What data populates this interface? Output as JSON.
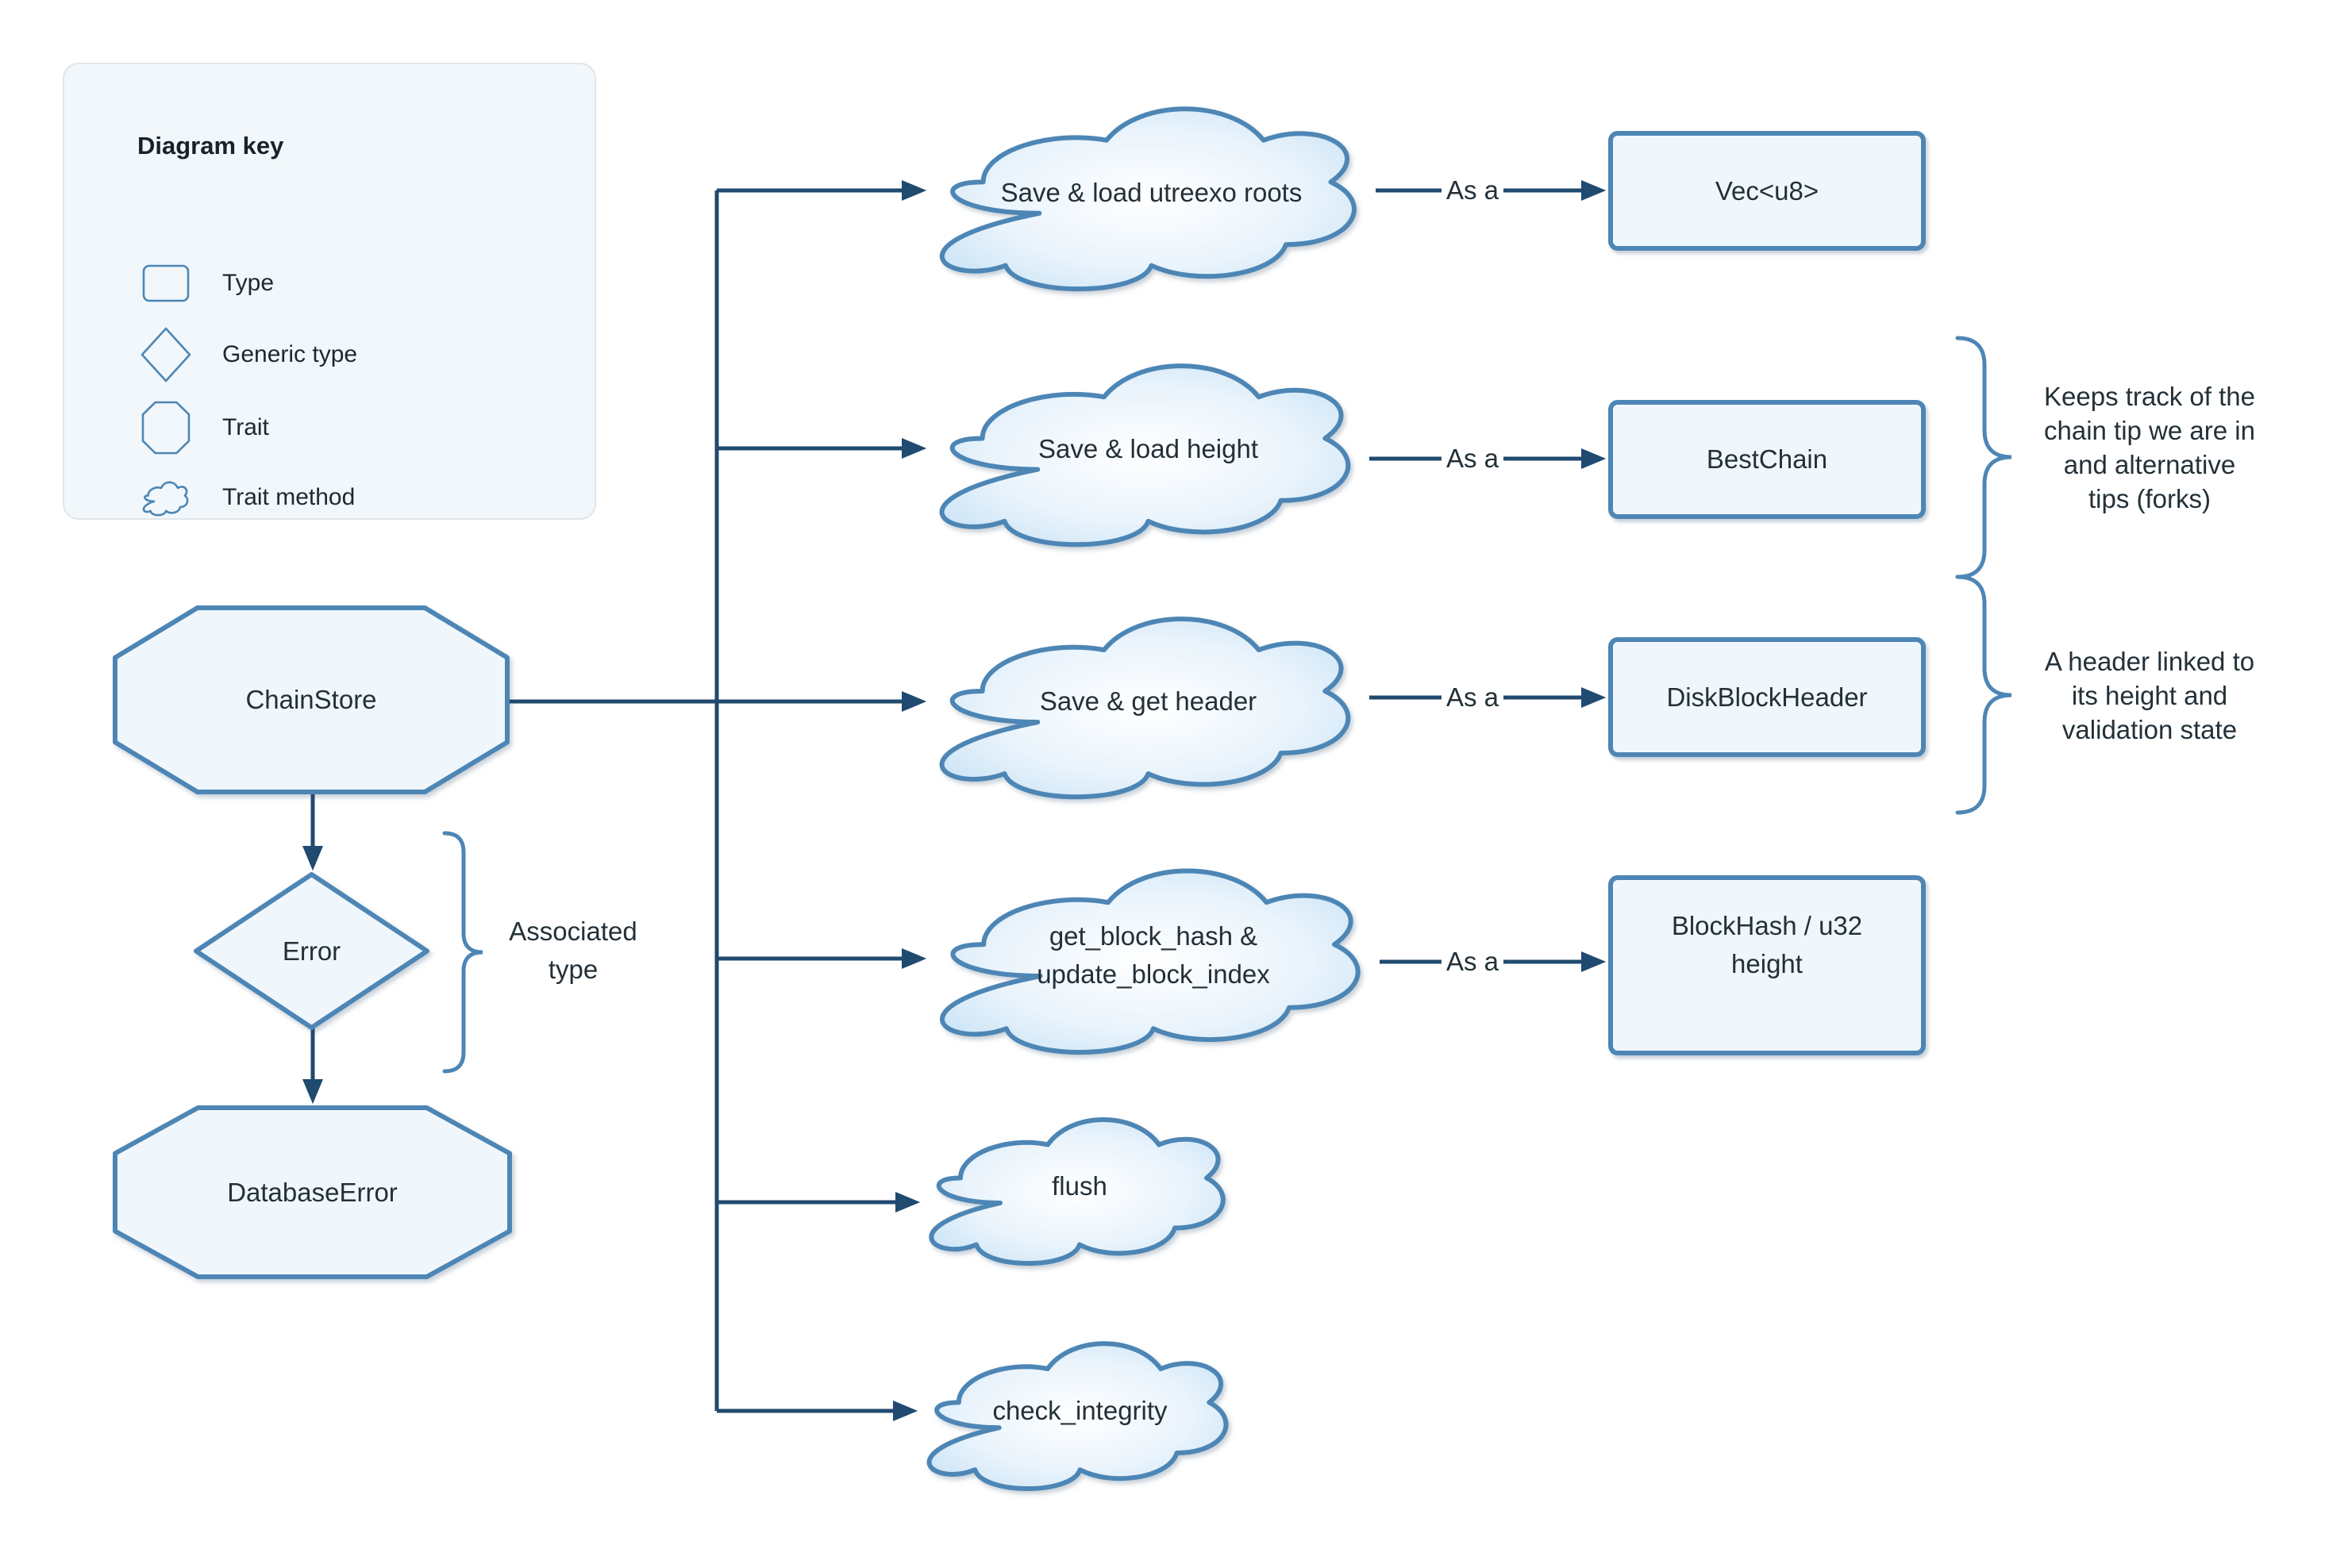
{
  "key": {
    "title": "Diagram key",
    "items": [
      {
        "shape": "rect",
        "label": "Type"
      },
      {
        "shape": "diamond",
        "label": "Generic type"
      },
      {
        "shape": "octagon",
        "label": "Trait"
      },
      {
        "shape": "cloud",
        "label": "Trait method"
      }
    ]
  },
  "nodes": {
    "chainstore": "ChainStore",
    "error": "Error",
    "database_error": "DatabaseError"
  },
  "methods": [
    "Save & load utreexo roots",
    "Save & load height",
    "Save & get header",
    "get_block_hash &\nupdate_block_index",
    "flush",
    "check_integrity"
  ],
  "types": [
    "Vec<u8>",
    "BestChain",
    "DiskBlockHeader",
    "BlockHash / u32\nheight"
  ],
  "edge_label": "As a",
  "annotations": {
    "associated_type": "Associated\ntype",
    "best_chain": "Keeps track of the\nchain tip we are in\nand alternative\ntips (forks)",
    "disk_block_header": "A header linked to\nits height and\nvalidation state"
  },
  "colors": {
    "connector": "#204a6f",
    "shape_border": "#4d86b5",
    "shape_fill": "#f0f7fc",
    "cloud_edge": "#c6e1f5",
    "cloud_center": "#ffffff",
    "panel_bg": "#f1f7fb",
    "text": "#233038"
  }
}
